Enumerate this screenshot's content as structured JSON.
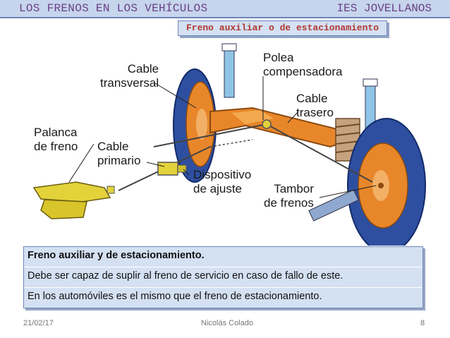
{
  "header": {
    "left": "LOS FRENOS EN LOS VEHÍCULOS",
    "right": "IES JOVELLANOS"
  },
  "subtitle": "Freno auxiliar o de estacionamiento",
  "figure": {
    "labels": {
      "cable_transversal": "Cable\ntransversal",
      "polea": "Polea\ncompensadora",
      "cable_trasero": "Cable\ntrasero",
      "palanca": "Palanca\nde freno",
      "cable_primario": "Cable\nprimario",
      "dispositivo": "Dispositivo\nde ajuste",
      "tambor": "Tambor\nde frenos"
    }
  },
  "textbox": {
    "title": "Freno auxiliar y de estacionamiento.",
    "line1": "Debe ser capaz de suplir al freno de servicio en caso de fallo de este.",
    "line2": "En los automóviles es el mismo que el freno de estacionamiento."
  },
  "footer": {
    "date": "21/02/17",
    "author": "Nicolás Colado",
    "page": "8"
  },
  "colors": {
    "header_bg": "#c6d5ec",
    "header_text": "#6a3f86",
    "subtitle_text": "#b0382f",
    "box_bg": "#d4e1f3",
    "wheel_blue": "#2e4fa0",
    "axle_orange": "#e8862a",
    "lever_yellow": "#e3d23a"
  }
}
